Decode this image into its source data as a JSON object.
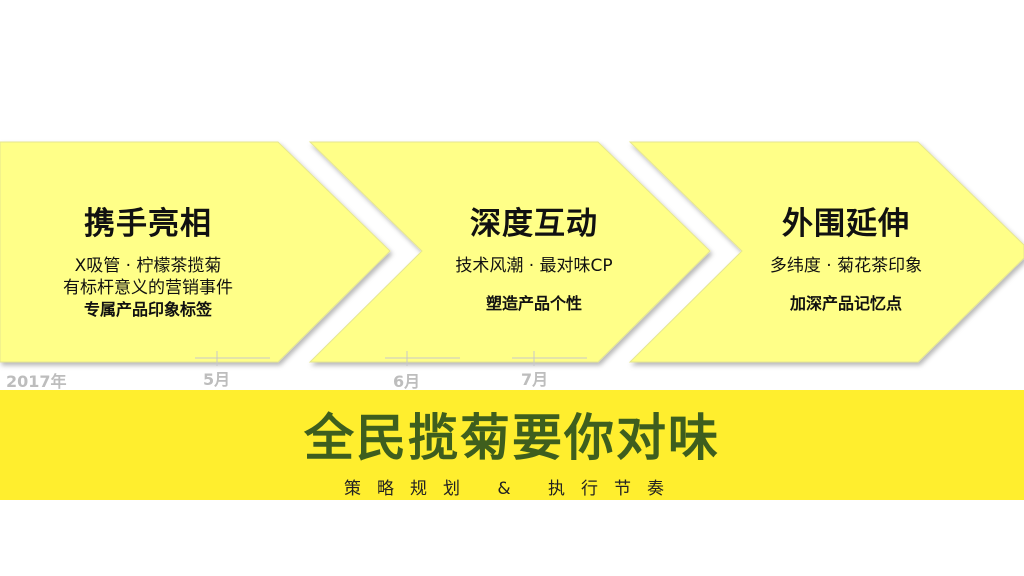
{
  "stages": [
    {
      "title": "携手亮相",
      "lines": [
        "X吸管 · 柠檬茶揽菊",
        "有标杆意义的营销事件"
      ],
      "highlight": "专属产品印象标签"
    },
    {
      "title": "深度互动",
      "lines": [
        "技术风潮 · 最对味CP"
      ],
      "highlight": "塑造产品个性"
    },
    {
      "title": "外围延伸",
      "lines": [
        "多纬度 · 菊花茶印象"
      ],
      "highlight": "加深产品记忆点"
    }
  ],
  "timeline": {
    "year": "2017年",
    "months": [
      "5月",
      "6月",
      "7月"
    ]
  },
  "banner": {
    "slogan": "全民揽菊要你对味",
    "subtitle": "策略规划 & 执行节奏"
  },
  "colors": {
    "chevron_fill": "#ffff88",
    "chevron_edge": "#e6e690",
    "banner_fill": "#ffee2e",
    "slogan_text": "#3e5e1e",
    "tick_text": "#bdbdbd"
  }
}
